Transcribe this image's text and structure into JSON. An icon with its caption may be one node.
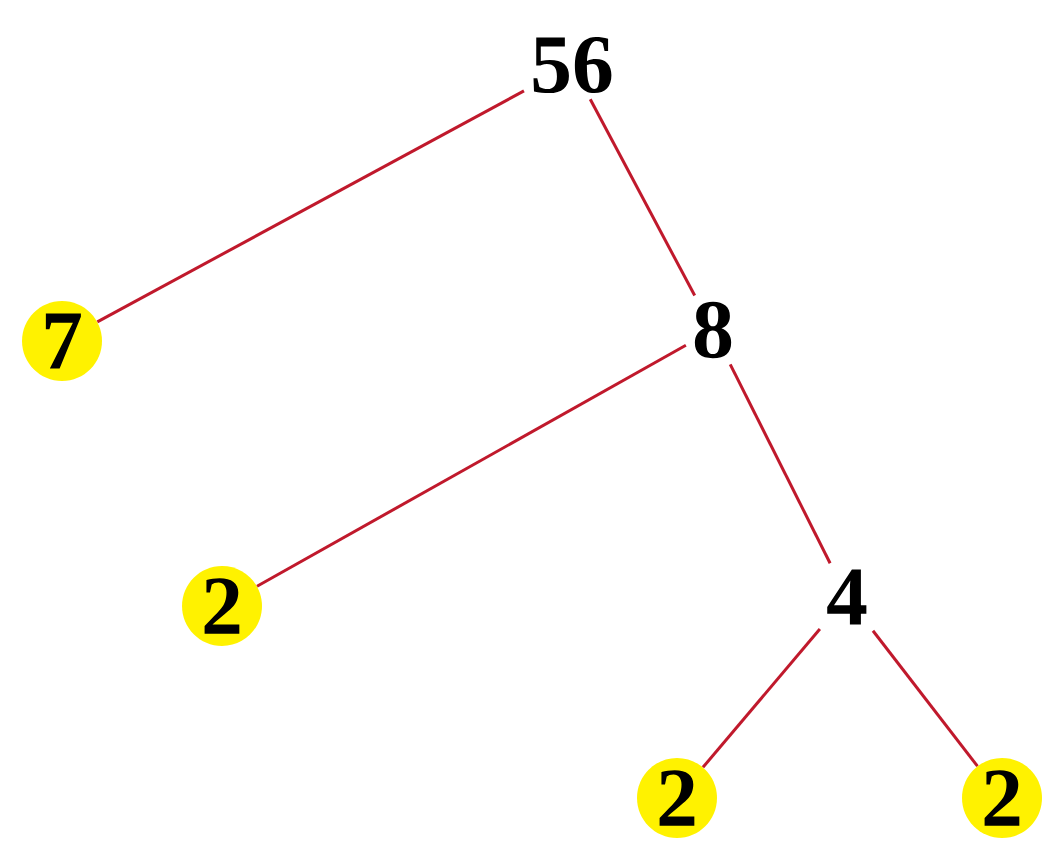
{
  "diagram": {
    "nodes": [
      {
        "text": [
          "56"
        ]
      },
      {
        "text": [
          "7"
        ]
      },
      {
        "text": [
          "8"
        ]
      },
      {
        "text": [
          "2"
        ]
      },
      {
        "text": [
          "4"
        ]
      },
      {
        "text": [
          "2"
        ]
      },
      {
        "text": [
          "2"
        ]
      }
    ],
    "edges": [
      {
        "from": 0,
        "to": 1,
        "arrow": "none"
      },
      {
        "from": 0,
        "to": 2,
        "arrow": "none"
      },
      {
        "from": 2,
        "to": 3,
        "arrow": "none"
      },
      {
        "from": 2,
        "to": 4,
        "arrow": "none"
      },
      {
        "from": 4,
        "to": 5,
        "arrow": "none"
      },
      {
        "from": 4,
        "to": 6,
        "arrow": "none"
      }
    ]
  }
}
